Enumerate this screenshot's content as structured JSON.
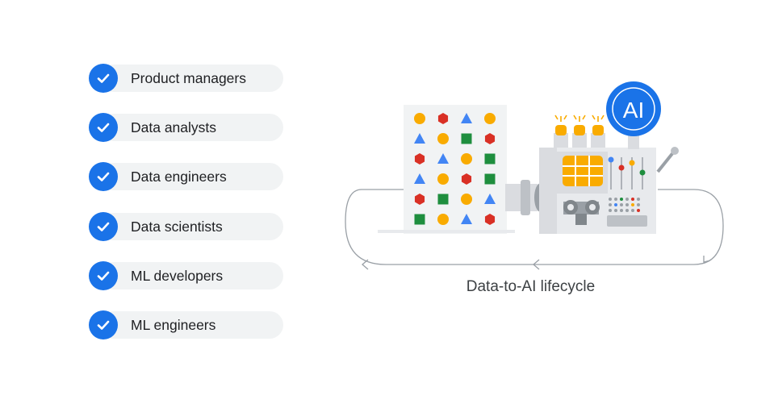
{
  "roles": [
    {
      "label": "Product managers"
    },
    {
      "label": "Data analysts"
    },
    {
      "label": "Data engineers"
    },
    {
      "label": "Data scientists"
    },
    {
      "label": "ML developers"
    },
    {
      "label": "ML engineers"
    }
  ],
  "diagram": {
    "ai_badge": "AI",
    "caption": "Data-to-AI lifecycle"
  },
  "colors": {
    "check_blue": "#1a73e8",
    "pill_gray": "#f1f3f4",
    "shape_orange": "#f9ab00",
    "shape_red": "#d93025",
    "shape_blue": "#4285f4",
    "shape_green": "#1e8e3e",
    "machine_gray": "#dadce0"
  },
  "shape_grid": [
    [
      "circle-orange",
      "hexagon-red",
      "triangle-blue",
      "circle-orange"
    ],
    [
      "triangle-blue",
      "circle-orange",
      "square-green",
      "hexagon-red"
    ],
    [
      "hexagon-red",
      "triangle-blue",
      "circle-orange",
      "square-green"
    ],
    [
      "triangle-blue",
      "circle-orange",
      "hexagon-red",
      "square-green"
    ],
    [
      "hexagon-red",
      "square-green",
      "circle-orange",
      "triangle-blue"
    ],
    [
      "square-green",
      "circle-orange",
      "triangle-blue",
      "hexagon-red"
    ]
  ]
}
